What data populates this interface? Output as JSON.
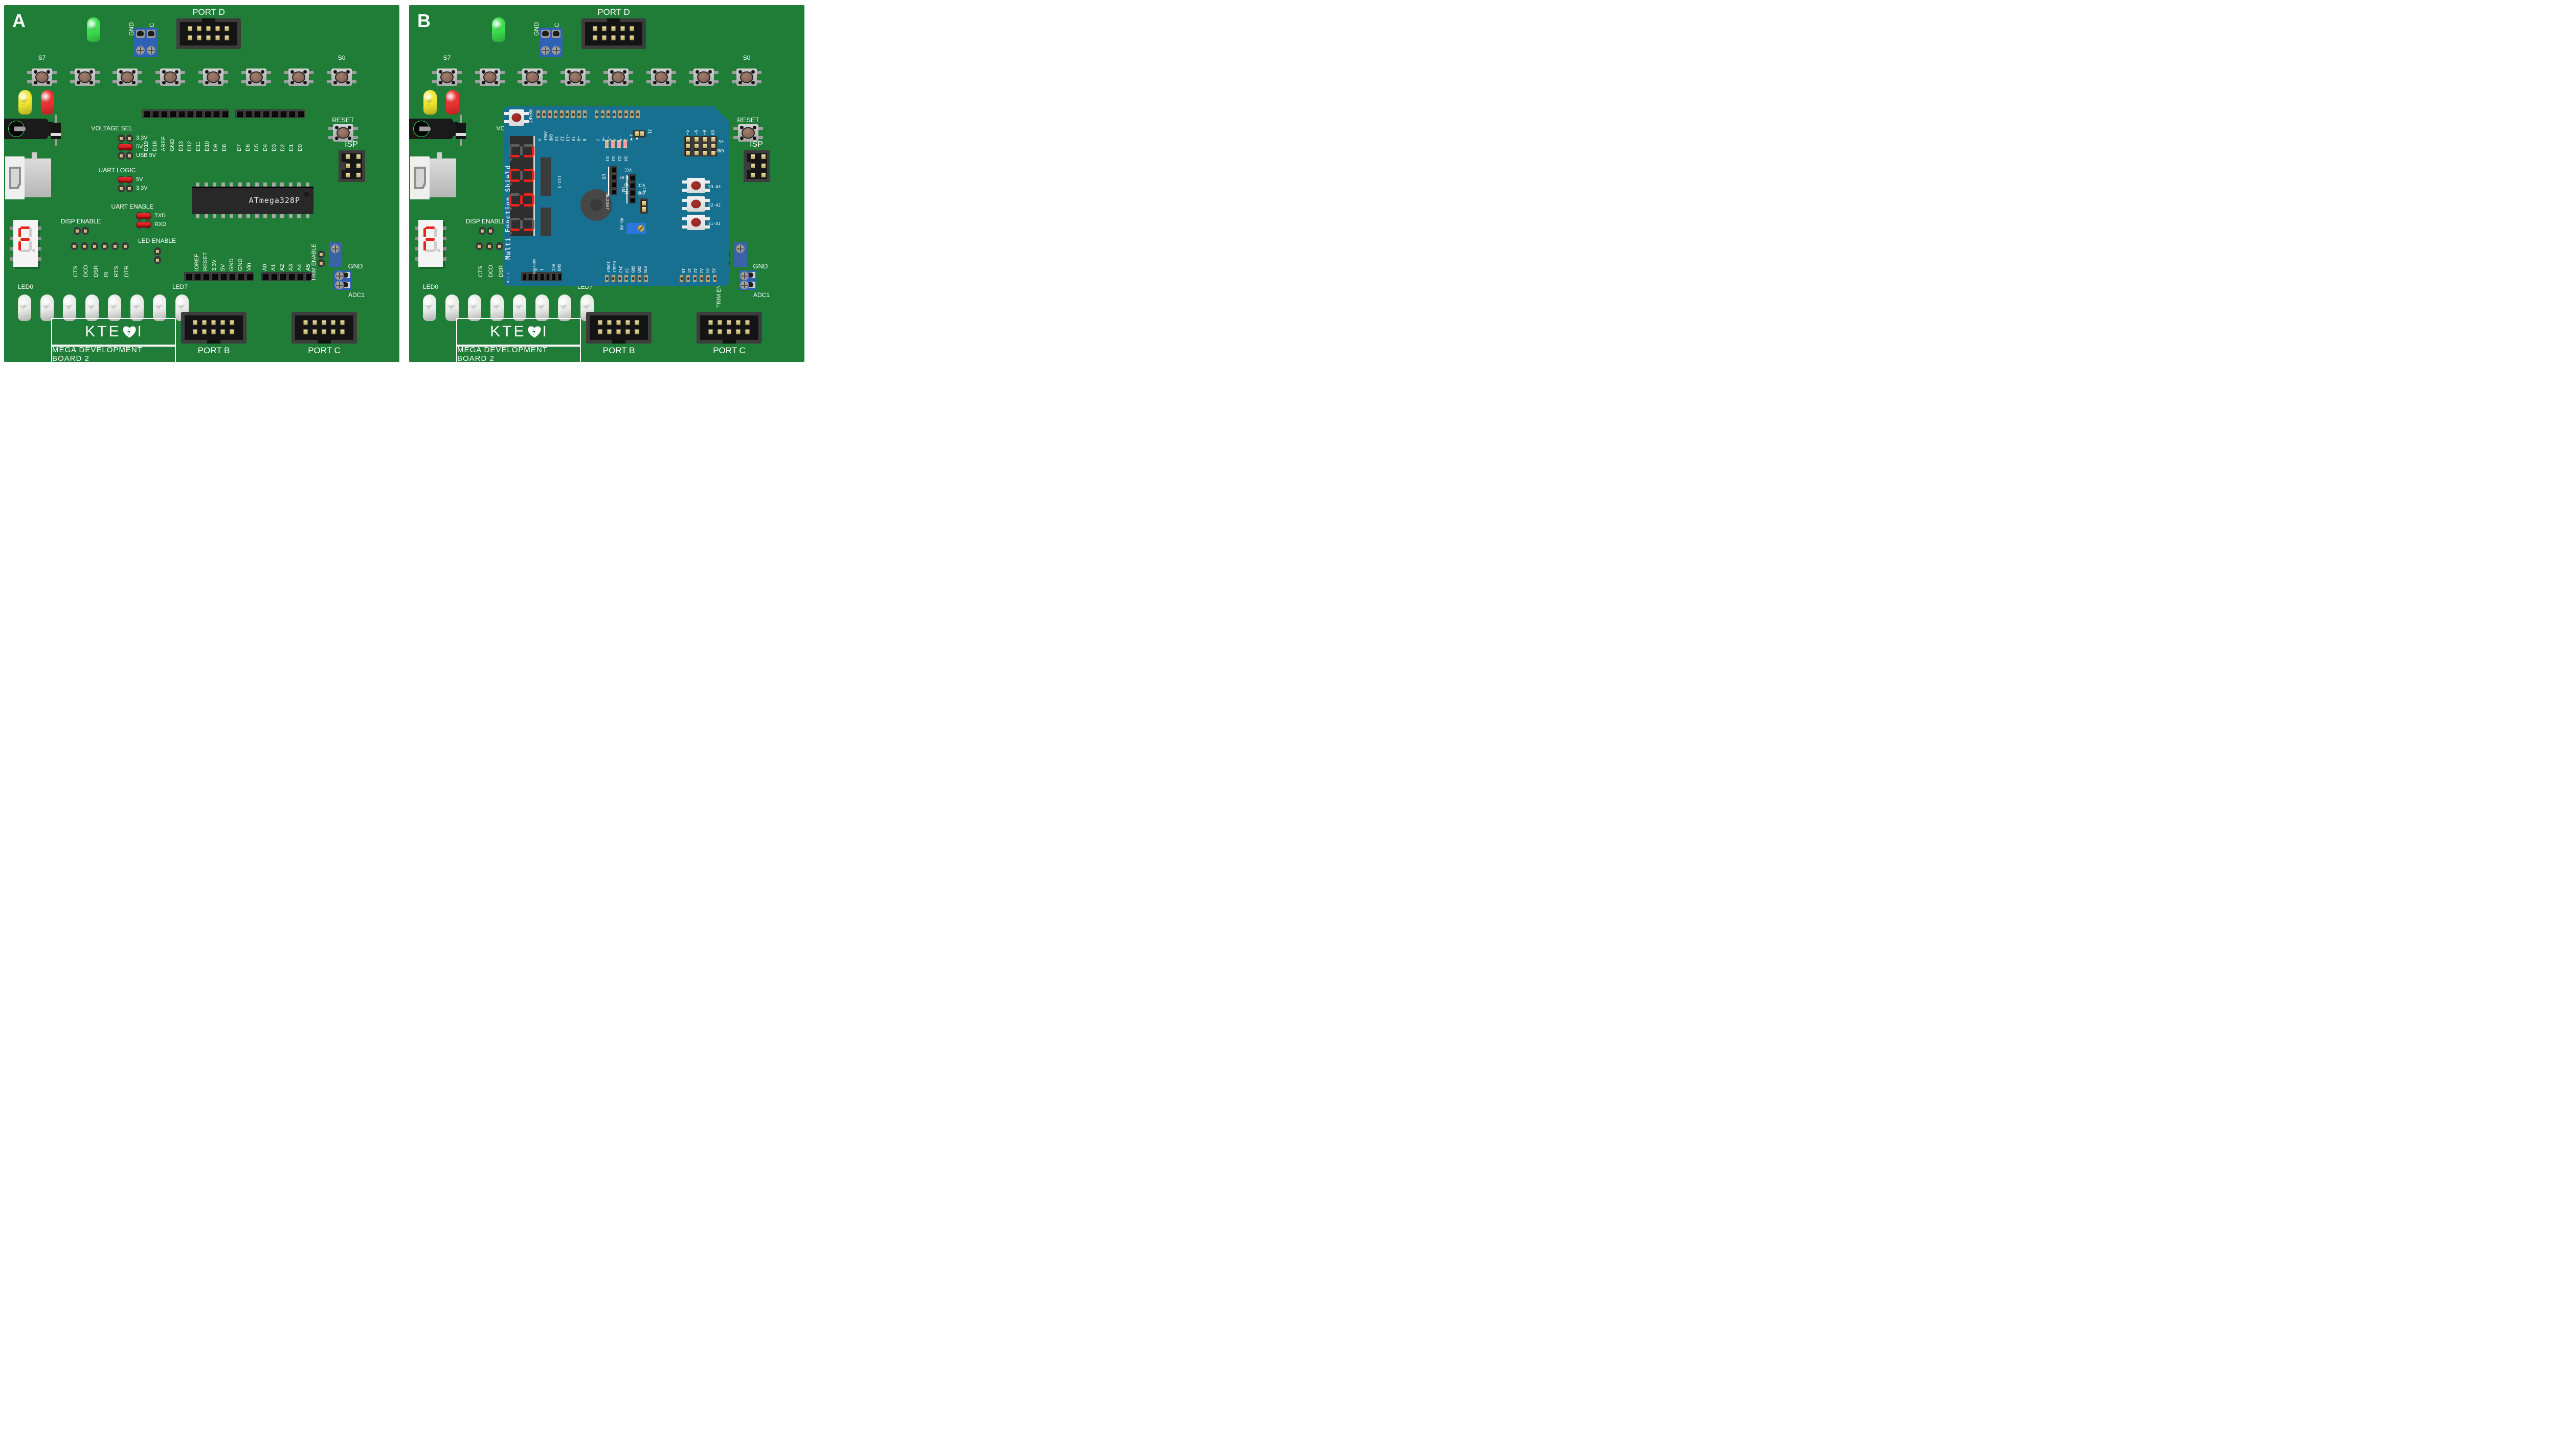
{
  "colors": {
    "board_green": "#1f7d38",
    "shield_blue": "#17708f",
    "shield_silk": "#e4eff3",
    "seg_red": "#e8231c",
    "pad_gold": "#b5a276",
    "led_green": "#3bdf4d",
    "led_yellow": "#efe62e",
    "led_red": "#ef3131",
    "led_white": "#e9ece9"
  },
  "panel_a": {
    "label": "A"
  },
  "panel_b": {
    "label": "B"
  },
  "board": {
    "top": {
      "gnd": "GND",
      "vcc": "VCC",
      "port_d": "PORT D"
    },
    "switches": {
      "first": "S7",
      "last": "S0"
    },
    "header_row1_labels": [
      "D19",
      "D18",
      "AREF",
      "GND",
      "D13",
      "D12",
      "D11",
      "D10",
      "D9",
      "D8"
    ],
    "header_row2_labels": [
      "D7",
      "D6",
      "D5",
      "D4",
      "D3",
      "D2",
      "D1",
      "D0"
    ],
    "voltage_sel": {
      "title": "VOLTAGE SEL",
      "options": [
        "3.3V",
        "5V",
        "USB 5V"
      ],
      "selected": "5V"
    },
    "uart_logic": {
      "title": "UART LOGIC",
      "options": [
        "5V",
        "3.3V"
      ],
      "selected": "5V"
    },
    "uart_enable": {
      "title": "UART ENABLE",
      "options": [
        "TXD",
        "RXD"
      ],
      "jumpered": [
        "TXD",
        "RXD"
      ]
    },
    "mcu": "ATmega328P",
    "reset": "RESET",
    "isp": "ISP",
    "disp_enable": "DISP ENABLE",
    "led_enable": "LED ENABLE",
    "modem_pins": [
      "CTS",
      "DCD",
      "DSR",
      "RI",
      "RTS",
      "DTR"
    ],
    "power_pins": [
      "IOREF",
      "RESET",
      "3.3V",
      "5V",
      "GND",
      "GND",
      "Vin"
    ],
    "analog_pins": [
      "A0",
      "A1",
      "A2",
      "A3",
      "A4",
      "A5"
    ],
    "trim_enable": "TRIM ENABLE",
    "adc_gnd": "GND",
    "adc1": "ADC1",
    "led_first": "LED0",
    "led_last": "LED7",
    "seg7_lit": "aefg",
    "logo": {
      "brand_left": "KTE",
      "brand_right": "I",
      "subtitle": "MEGA DEVELOPMENT BOARD 2"
    },
    "port_b": "PORT B",
    "port_c": "PORT C"
  },
  "shield": {
    "title": "Multi Function Shield",
    "reset": "RESET",
    "digital_row1": [
      "o",
      "AREF",
      "GND",
      "13",
      "12",
      "~11",
      "~10",
      "~9",
      "8"
    ],
    "digital_row2": [
      "7",
      "~6",
      "~5",
      "4",
      "~3",
      "2",
      "1▲",
      "0▼"
    ],
    "led_labels": [
      "D1",
      "D2",
      "D3",
      "D4"
    ],
    "j1": "J1",
    "j2": "J2",
    "u5": "U5",
    "u5_pins": [
      "VCC",
      "J1-A4",
      "GND",
      "VCC"
    ],
    "u4": "U4",
    "u4_pins": [
      "VCC",
      "GND",
      "2"
    ],
    "ls": "LS1-3",
    "buzzer": "Buzzer",
    "expansion": {
      "cols": [
        "~5",
        "~6",
        "~9",
        "A5"
      ],
      "plus5": "+5",
      "gnd": "GND"
    },
    "vr": "VR-A0",
    "buttons": [
      "S3-A3",
      "S2-A2",
      "S1-A1"
    ],
    "serial_labels": [
      "",
      "",
      "0",
      "1",
      "",
      "VCC",
      "GND"
    ],
    "power_pins": [
      "IOREF",
      "RESET",
      "3V3",
      "5V",
      "GND",
      "GND",
      "VIN"
    ],
    "analog_pins": [
      "A0",
      "A1",
      "A2",
      "A3",
      "A4",
      "A5"
    ],
    "display_segments": [
      "abc",
      "abcdef",
      "abcdfg",
      "bc"
    ],
    "silk_small": [
      "Kab4385",
      "M:1.1"
    ]
  }
}
